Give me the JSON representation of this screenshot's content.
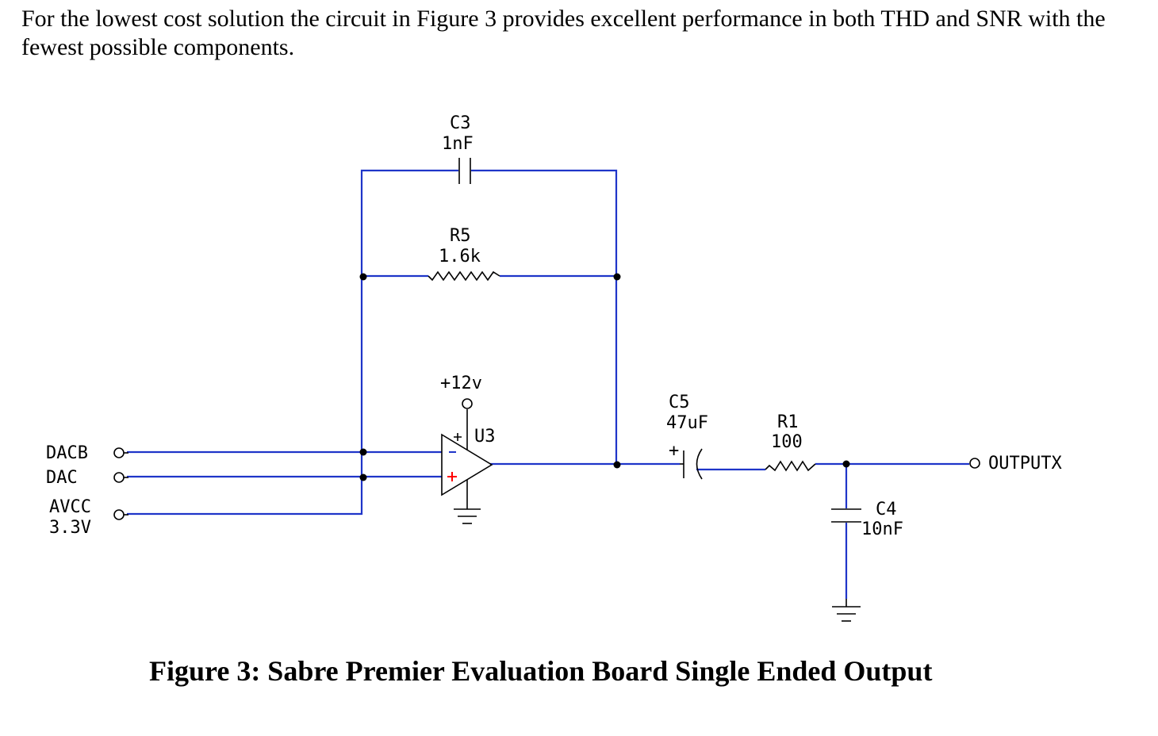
{
  "intro_text": "For the lowest cost solution the circuit in Figure 3 provides excellent performance in both THD and SNR with the fewest possible components.",
  "figure_caption": "Figure 3: Sabre Premier Evaluation Board Single Ended Output",
  "inputs": {
    "dacb": "DACB",
    "dac": "DAC",
    "avcc_name": "AVCC",
    "avcc_value": "3.3V"
  },
  "components": {
    "c3": {
      "ref": "C3",
      "value": "1nF"
    },
    "r5": {
      "ref": "R5",
      "value": "1.6k"
    },
    "u3": {
      "ref": "U3",
      "supply": "+12v"
    },
    "c5": {
      "ref": "C5",
      "value": "47uF",
      "polarity": "+"
    },
    "r1": {
      "ref": "R1",
      "value": "100"
    },
    "c4": {
      "ref": "C4",
      "value": "10nF"
    }
  },
  "output_label": "OUTPUTX",
  "opamp_pins": {
    "inv": "-",
    "noninv": "+",
    "pin_mark": "+"
  },
  "colors": {
    "wire": "#1f35c9",
    "component": "#000000",
    "plus_sign": "#ff0000",
    "minus_sign": "#1f35c9"
  }
}
